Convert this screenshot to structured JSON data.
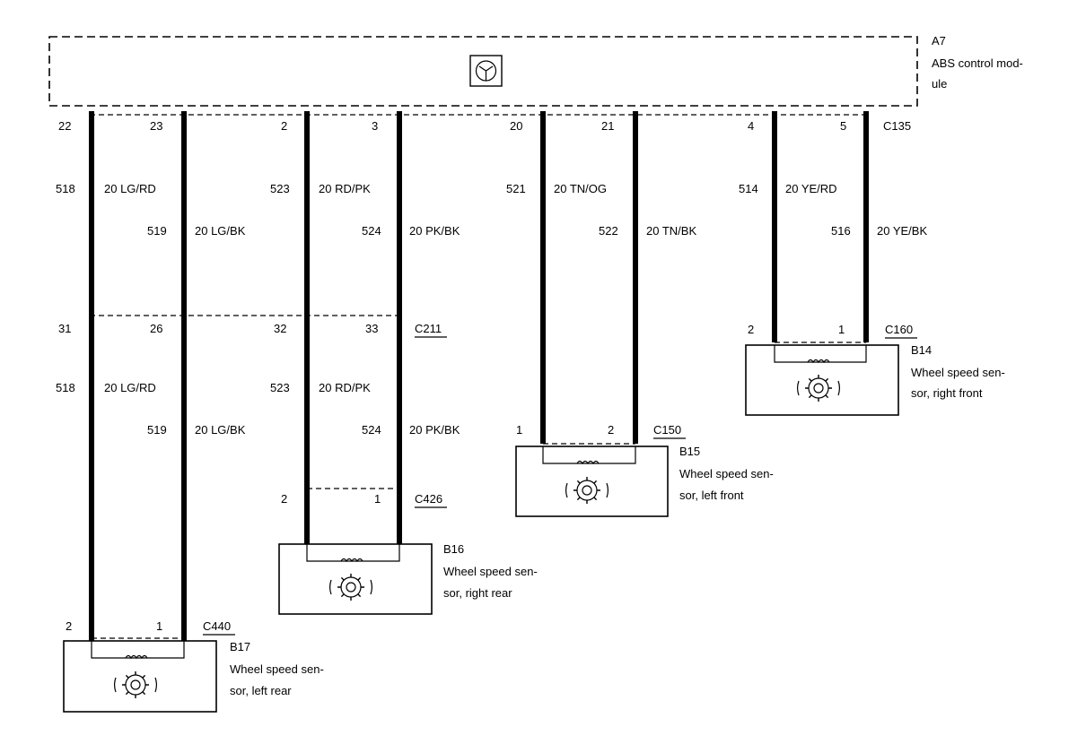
{
  "module": {
    "id": "A7",
    "name_line1": "ABS control mod-",
    "name_line2": "ule",
    "connector": "C135"
  },
  "inline_connector": "C211",
  "wires": [
    {
      "top_pin": "22",
      "circuit": "518",
      "color": "20 LG/RD",
      "mid_pin": "31",
      "bottom_pin": "2"
    },
    {
      "top_pin": "23",
      "circuit": "519",
      "color": "20 LG/BK",
      "mid_pin": "26",
      "bottom_pin": "1"
    },
    {
      "top_pin": "2",
      "circuit": "523",
      "color": "20 RD/PK",
      "mid_pin": "32",
      "bottom_pin": "2"
    },
    {
      "top_pin": "3",
      "circuit": "524",
      "color": "20 PK/BK",
      "mid_pin": "33",
      "bottom_pin": "1"
    },
    {
      "top_pin": "20",
      "circuit": "521",
      "color": "20 TN/OG",
      "bottom_pin": "1"
    },
    {
      "top_pin": "21",
      "circuit": "522",
      "color": "20 TN/BK",
      "bottom_pin": "2"
    },
    {
      "top_pin": "4",
      "circuit": "514",
      "color": "20 YE/RD",
      "bottom_pin": "2"
    },
    {
      "top_pin": "5",
      "circuit": "516",
      "color": "20 YE/BK",
      "bottom_pin": "1"
    }
  ],
  "sensors": {
    "b17": {
      "id": "B17",
      "line1": "Wheel speed sen-",
      "line2": "sor, left rear",
      "connector": "C440"
    },
    "b16": {
      "id": "B16",
      "line1": "Wheel speed sen-",
      "line2": "sor, right rear",
      "connector": "C426"
    },
    "b15": {
      "id": "B15",
      "line1": "Wheel speed sen-",
      "line2": "sor, left front",
      "connector": "C150"
    },
    "b14": {
      "id": "B14",
      "line1": "Wheel speed sen-",
      "line2": "sor, right front",
      "connector": "C160"
    }
  }
}
